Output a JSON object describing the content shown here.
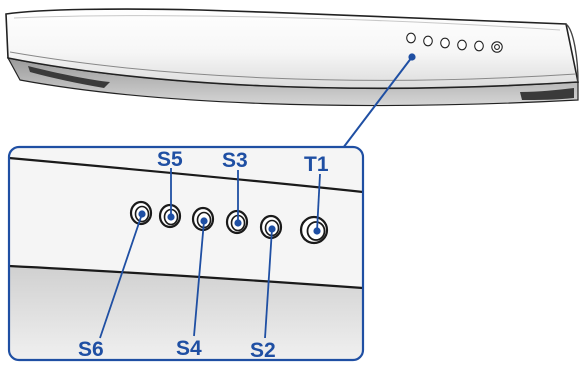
{
  "diagram": {
    "labels": {
      "s6": "S6",
      "s5": "S5",
      "s4": "S4",
      "s3": "S3",
      "s2": "S2",
      "t1": "T1"
    },
    "hood_button_count": 6,
    "colors": {
      "callout_blue": "#1f4fa3",
      "outline": "#1a1a1a",
      "panel_fill": "#f4f4f4",
      "hood_underside": "#bfbfbf"
    }
  }
}
